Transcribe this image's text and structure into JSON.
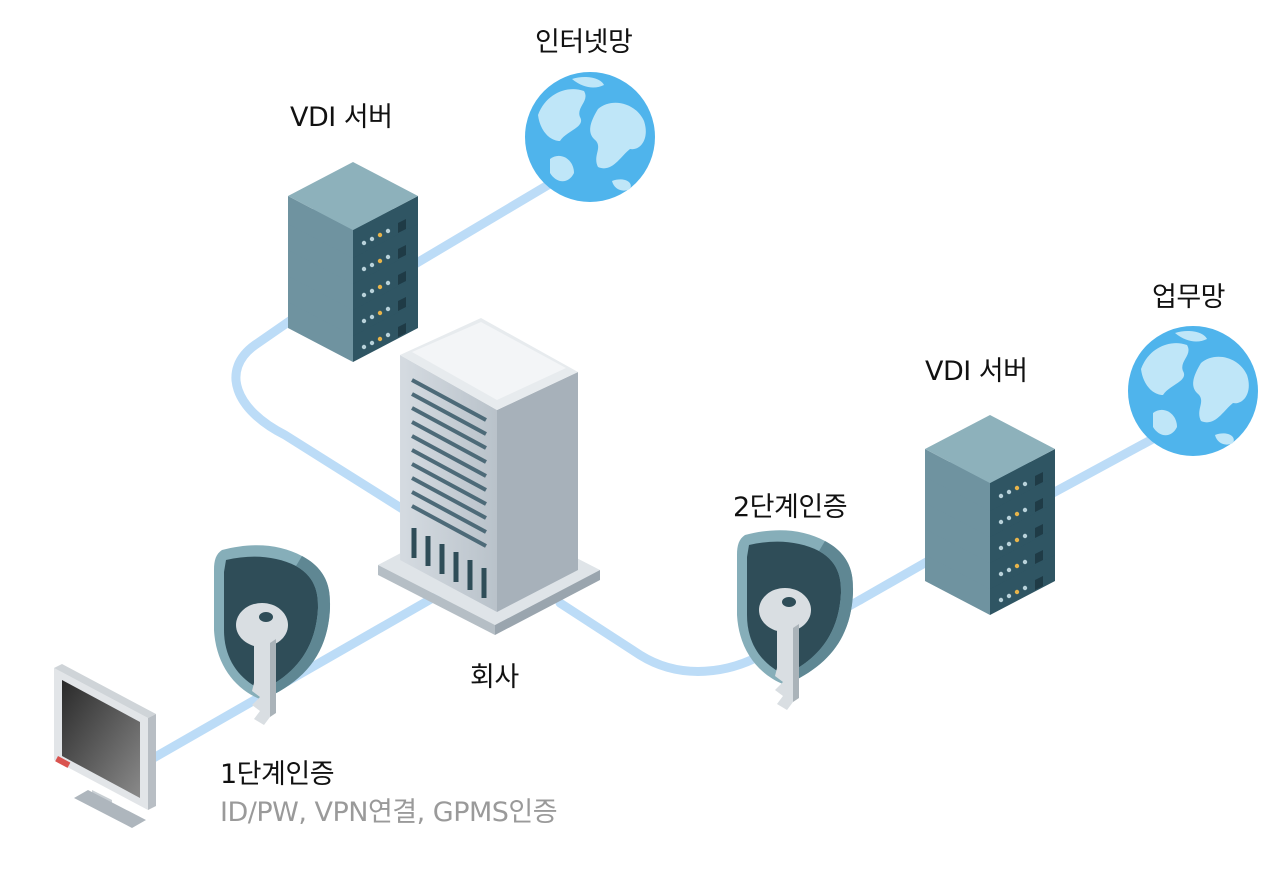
{
  "labels": {
    "internet": "인터넷망",
    "vdi_left": "VDI 서버",
    "business_net": "업무망",
    "vdi_right": "VDI 서버",
    "auth2": "2단계인증",
    "company": "회사",
    "auth1": "1단계인증",
    "auth1_detail": "ID/PW, VPN연결, GPMS인증"
  },
  "icons": {
    "globe_internet": "globe-icon",
    "globe_business": "globe-icon",
    "server_left": "server-rack-icon",
    "server_right": "server-rack-icon",
    "building": "office-building-icon",
    "shield_auth1": "shield-key-icon",
    "shield_auth2": "shield-key-icon",
    "monitor": "monitor-icon"
  },
  "colors": {
    "connection_line": "#bcdcf7",
    "globe_ocean": "#4fb4ec",
    "globe_land": "#bfe6f8",
    "server_dark": "#3e6573",
    "server_light": "#7fa5b1",
    "building_front": "#c3ccd4",
    "building_side": "#a3aeb8",
    "shield_dark": "#2f4d58",
    "shield_light": "#7da7b3",
    "key": "#d8dde1",
    "label_text": "#111111",
    "sub_text": "#9a9a9a"
  }
}
